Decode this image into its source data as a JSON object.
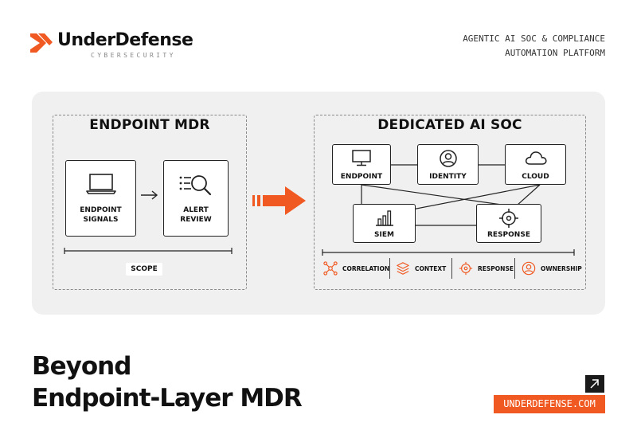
{
  "header": {
    "brand_name": "UnderDefense",
    "brand_sub": "CYBERSECURITY",
    "tagline_line1": "AGENTIC AI SOC & COMPLIANCE",
    "tagline_line2": "AUTOMATION PLATFORM"
  },
  "diagram": {
    "left_group": {
      "title": "ENDPOINT MDR",
      "nodes": [
        {
          "label_line1": "ENDPOINT",
          "label_line2": "SIGNALS",
          "icon": "laptop-icon"
        },
        {
          "label_line1": "ALERT",
          "label_line2": "REVIEW",
          "icon": "magnifier-list-icon"
        }
      ],
      "scope_label": "SCOPE"
    },
    "right_group": {
      "title": "DEDICATED AI SOC",
      "nodes": [
        {
          "label": "ENDPOINT",
          "icon": "monitor-icon"
        },
        {
          "label": "IDENTITY",
          "icon": "user-icon"
        },
        {
          "label": "CLOUD",
          "icon": "cloud-icon"
        },
        {
          "label": "SIEM",
          "icon": "bar-chart-icon"
        },
        {
          "label": "RESPONSE",
          "icon": "target-icon"
        }
      ],
      "capabilities": [
        {
          "label": "CORRELATION",
          "icon": "network-icon"
        },
        {
          "label": "CONTEXT",
          "icon": "layers-icon"
        },
        {
          "label": "RESPONSE",
          "icon": "target-icon"
        },
        {
          "label": "OWNERSHIP",
          "icon": "user-circle-icon"
        }
      ]
    },
    "accent_color": "#F05A22"
  },
  "footer": {
    "headline_line1": "Beyond",
    "headline_line2": "Endpoint-Layer MDR",
    "url": "UNDERDEFENSE.COM"
  }
}
